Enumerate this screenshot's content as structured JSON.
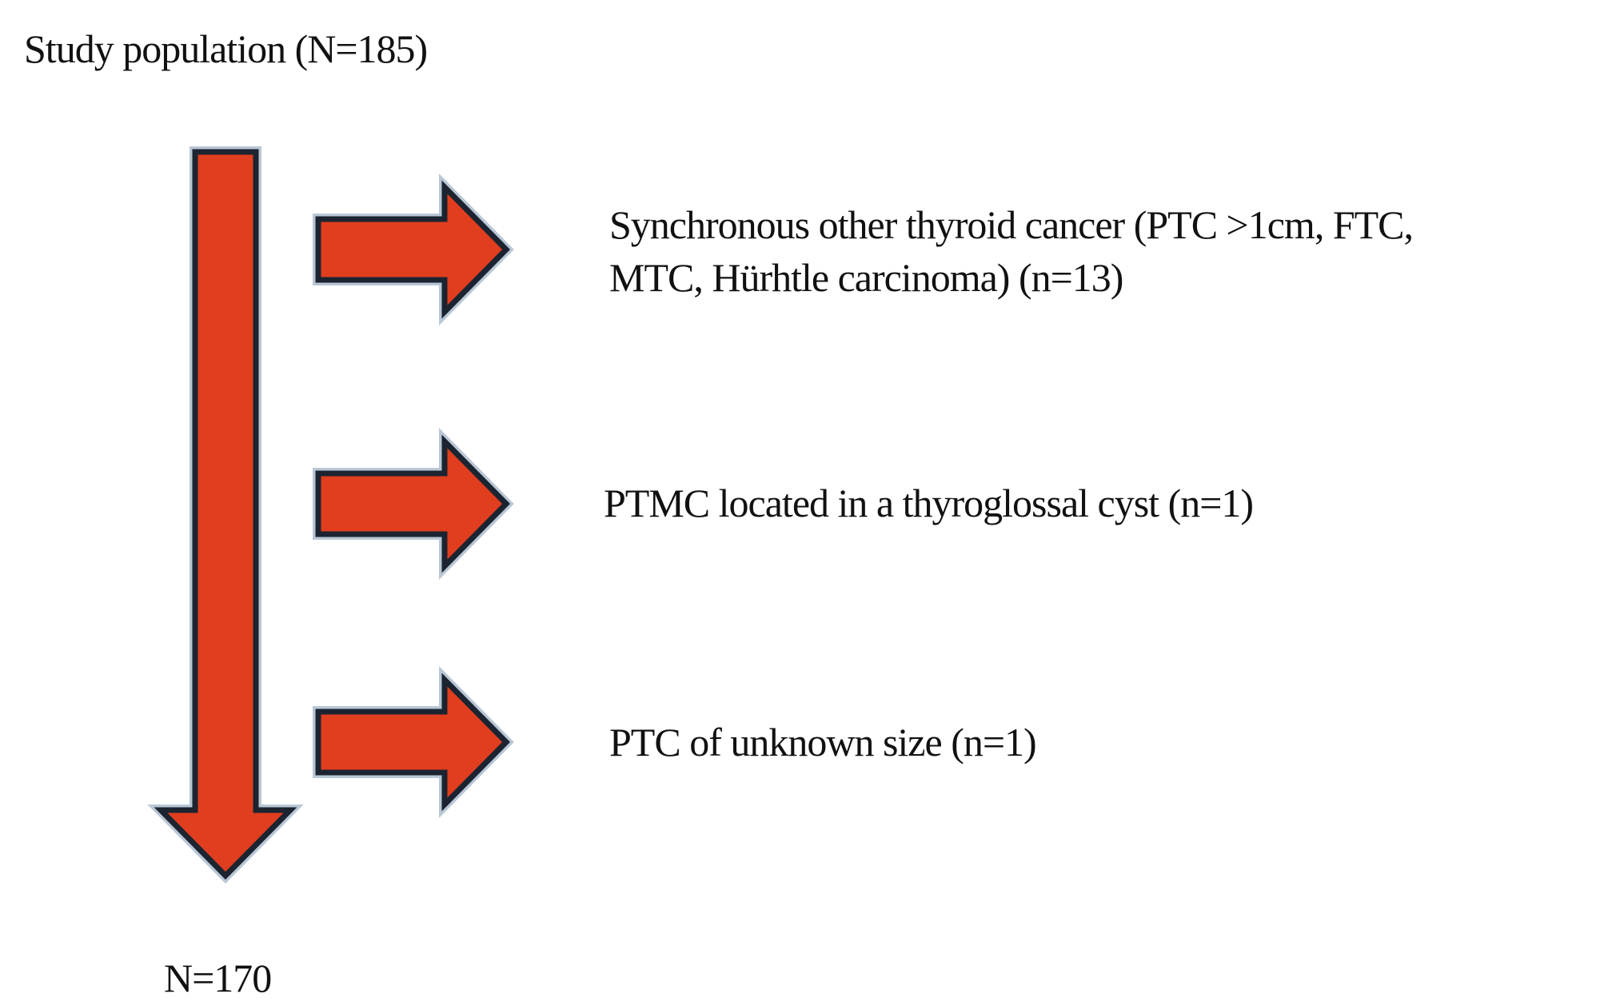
{
  "diagram": {
    "title": "Study population (N=185)",
    "exclusions": [
      {
        "lines": [
          "Synchronous other thyroid cancer (PTC >1cm, FTC,",
          "MTC, Hürhtle carcinoma) (n=13)"
        ]
      },
      {
        "lines": [
          "PTMC located in a  thyroglossal cyst (n=1)"
        ]
      },
      {
        "lines": [
          "PTC of unknown size (n=1)"
        ]
      }
    ],
    "final_count": "N=170"
  },
  "colors": {
    "arrow_fill": "#e03e1f",
    "arrow_outline": "#1b2430",
    "arrow_halo": "#b9c7d6",
    "text": "#111111"
  },
  "icons": [
    "down-arrow-icon",
    "right-arrow-icon"
  ]
}
